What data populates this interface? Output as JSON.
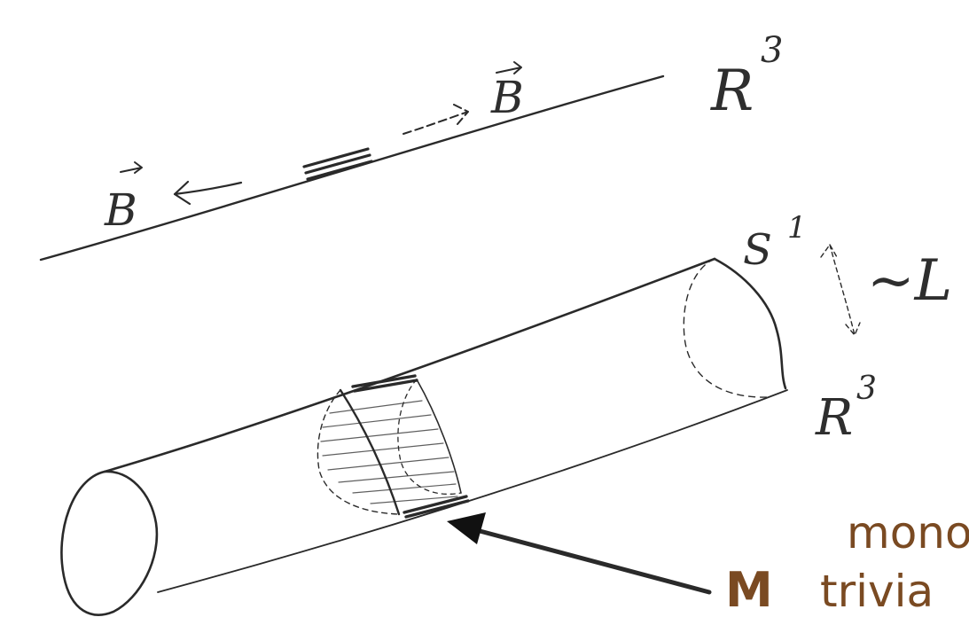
{
  "labels": {
    "space_top": "R",
    "space_top_exp": "3",
    "field_left": "B",
    "field_right": "B",
    "circle": "S",
    "circle_exp": "1",
    "size": "~L",
    "space_bottom": "R",
    "space_bottom_exp": "3",
    "pointer_label": "M"
  },
  "caption": {
    "line1": "mono",
    "line2": "trivia"
  },
  "colors": {
    "ink": "#2a2a2a",
    "caption": "#7a4a22"
  }
}
